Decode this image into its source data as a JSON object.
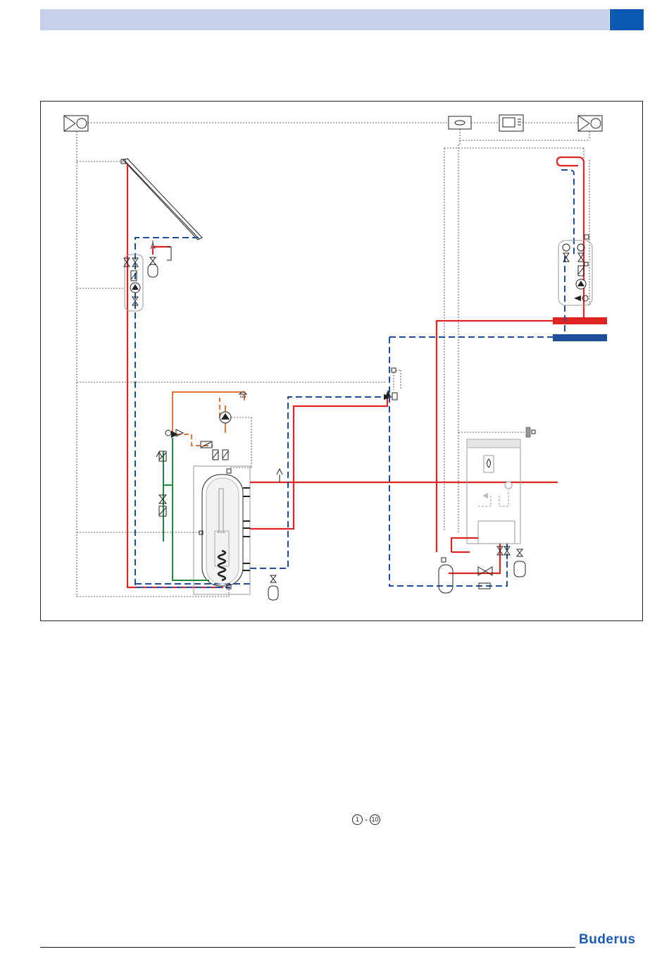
{
  "page": {
    "header_color": "#c6d0ea",
    "tab_color": "#0b5bb3"
  },
  "diagram": {
    "line_colors": {
      "solar_flow": "#e02424",
      "heating_flow": "#e02424",
      "return": "#1d4f9c",
      "dhw_circulation": "#e8743a",
      "cold_water": "#1b8a3c",
      "control_wiring": "#333333"
    },
    "icons": [
      "temperature-sensor-icon",
      "solar-collector-icon",
      "pump-icon",
      "check-valve-icon",
      "shutoff-valve-icon",
      "safety-valve-icon",
      "expansion-vessel-icon",
      "mixing-valve-icon",
      "storage-tank-icon",
      "boiler-icon",
      "controller-icon",
      "hydraulic-separator-icon"
    ]
  },
  "legend": {
    "start": "1",
    "separator": "-",
    "end": "10"
  },
  "footer": {
    "brand": "Buderus",
    "brand_color": "#1a5ab2"
  }
}
